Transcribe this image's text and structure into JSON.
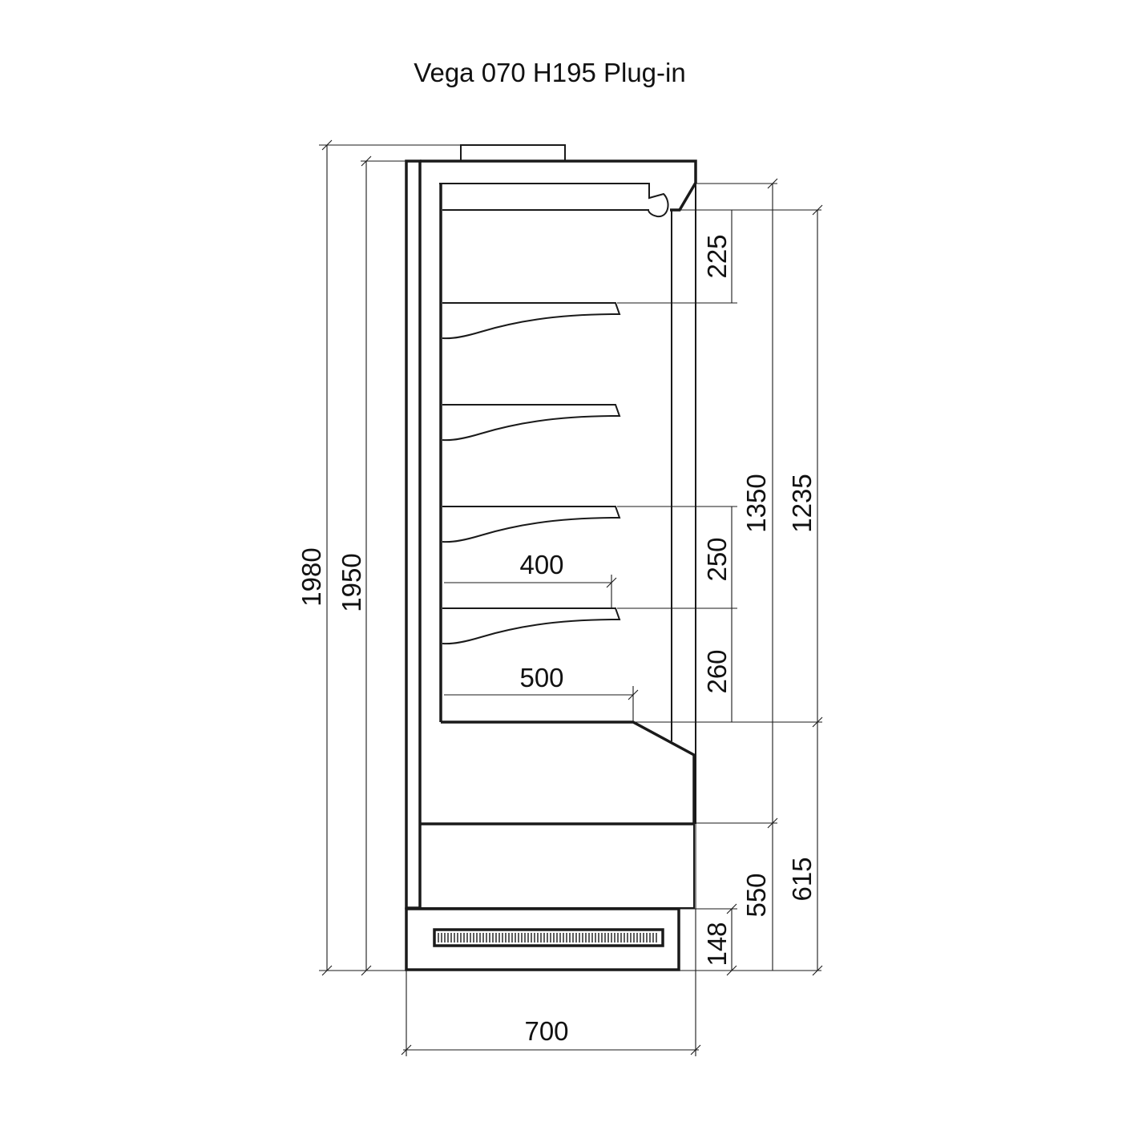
{
  "title": "Vega 070 H195 Plug-in",
  "dimensions": {
    "total_height": "1980",
    "body_height": "1950",
    "top_gap": "225",
    "internal_height": "1350",
    "display_height": "1235",
    "shelf_gap_1": "250",
    "shelf_gap_2": "260",
    "shelf_depth": "400",
    "base_depth": "500",
    "lower_height": "615",
    "base_section": "550",
    "plinth_height": "148",
    "width": "700"
  },
  "colors": {
    "line": "#1a1a1a",
    "background": "#ffffff"
  }
}
